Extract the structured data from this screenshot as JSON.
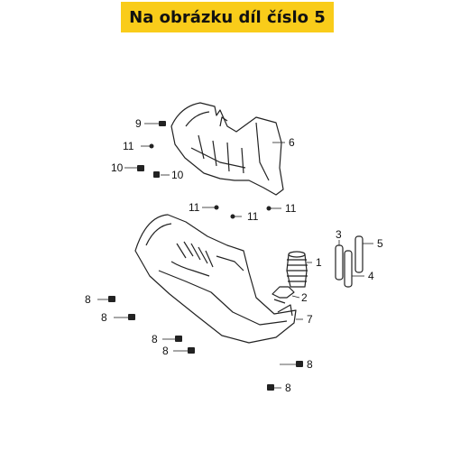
{
  "banner": {
    "text": "Na obrázku díl číslo 5",
    "background": "#f9cc1a"
  },
  "callouts": [
    "9",
    "11",
    "10",
    "10",
    "6",
    "11",
    "11",
    "11",
    "3",
    "5",
    "1",
    "4",
    "2",
    "7",
    "8",
    "8",
    "8",
    "8",
    "8",
    "8"
  ],
  "colors": {
    "line": "#222222",
    "fill": "#ffffff"
  }
}
